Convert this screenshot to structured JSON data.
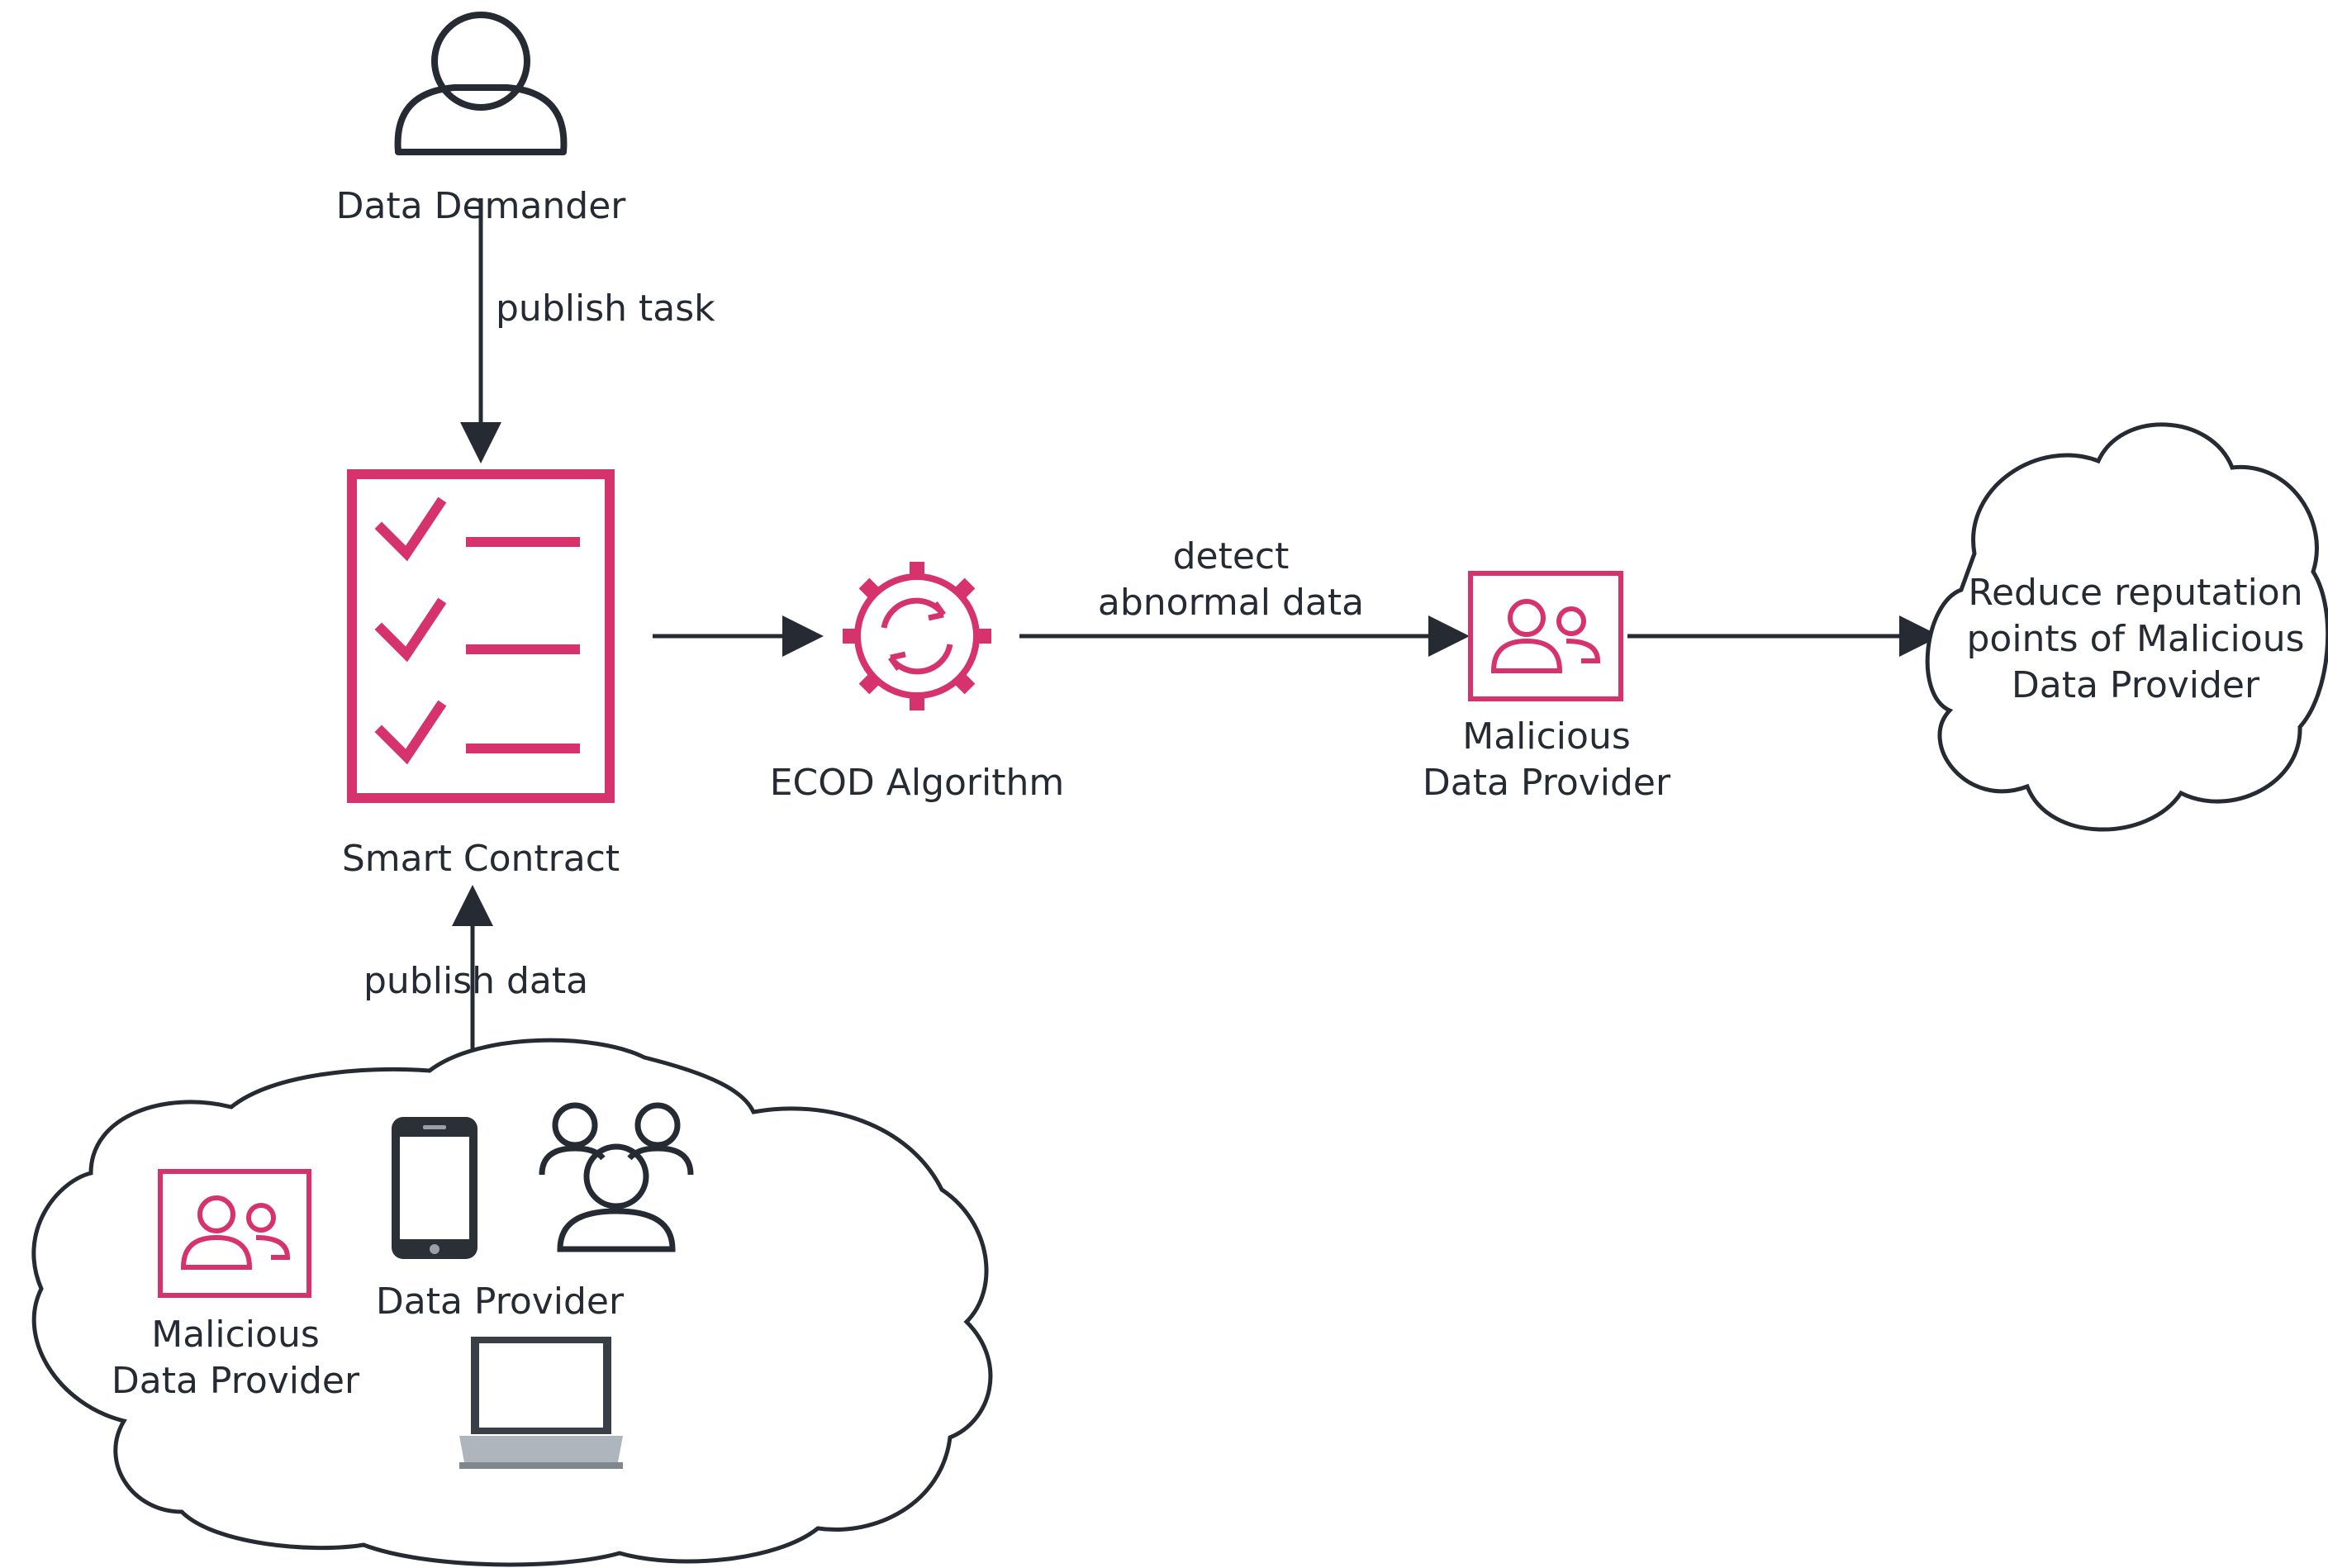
{
  "nodes": {
    "demander": {
      "label": "Data Demander",
      "icon": "user-icon"
    },
    "smart_contract": {
      "label": "Smart Contract",
      "icon": "checklist-icon"
    },
    "ecod": {
      "label": "ECOD Algorithm",
      "icon": "gear-sync-icon"
    },
    "malicious_right": {
      "label_line1": "Malicious",
      "label_line2": "Data Provider",
      "icon": "users-box-icon"
    },
    "reduce_cloud": {
      "line1": "Reduce reputation",
      "line2": "points of Malicious",
      "line3": "Data Provider"
    },
    "provider_cloud": {
      "malicious_line1": "Malicious",
      "malicious_line2": "Data Provider",
      "provider_label": "Data Provider",
      "icons": [
        "users-box-icon",
        "smartphone-icon",
        "group-users-icon",
        "laptop-icon"
      ]
    }
  },
  "edges": {
    "publish_task": "publish task",
    "publish_data": "publish data",
    "detect_line1": "detect",
    "detect_line2": "abnormal data"
  },
  "colors": {
    "accent": "#d6336c",
    "stroke": "#262b33",
    "background": "#ffffff"
  }
}
